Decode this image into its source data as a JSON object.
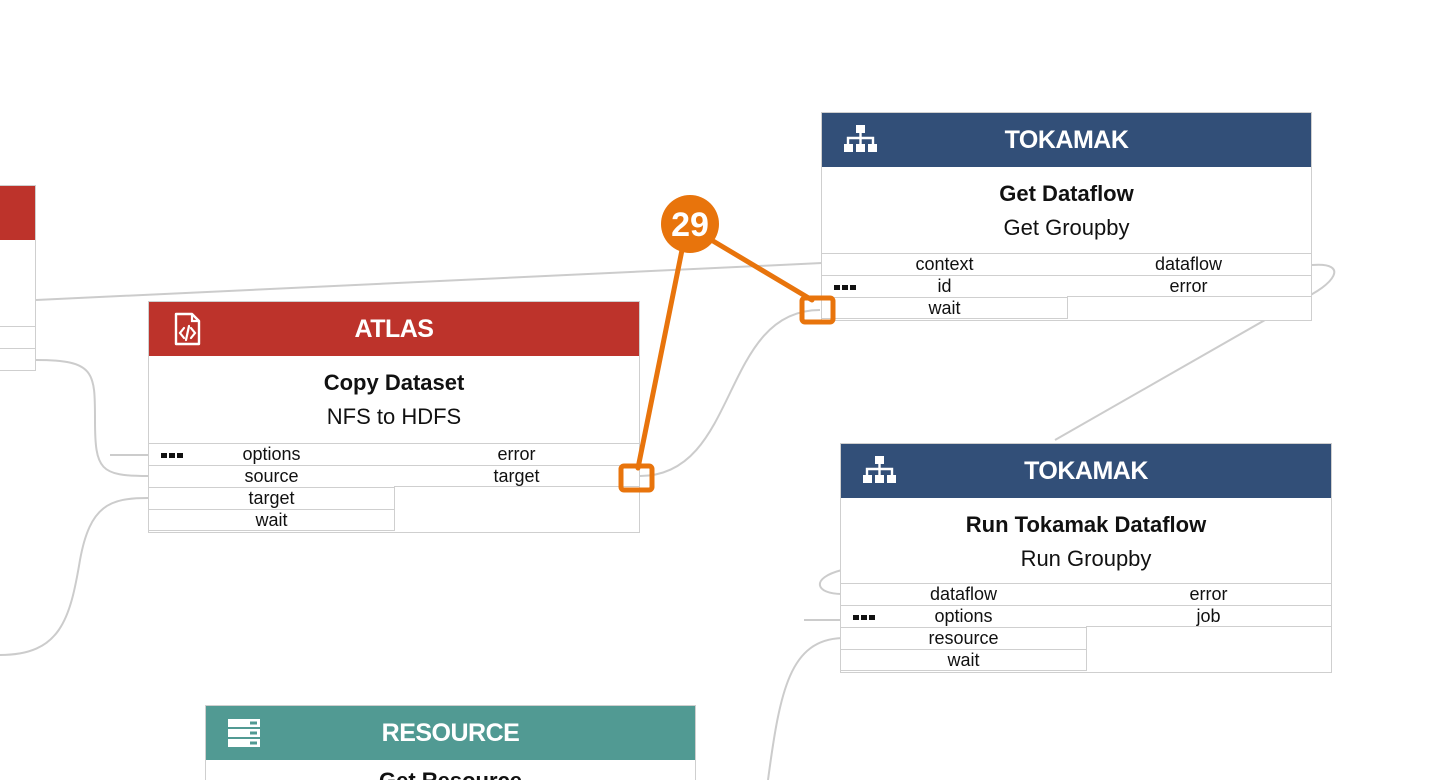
{
  "nodes": {
    "atlas": {
      "category": "ATLAS",
      "icon": "code-file-icon",
      "title": "Copy Dataset",
      "subtitle": "NFS to HDFS",
      "inputs": [
        "options",
        "source",
        "target",
        "wait"
      ],
      "outputs": [
        "error",
        "target"
      ]
    },
    "get_dataflow": {
      "category": "TOKAMAK",
      "icon": "sitemap-icon",
      "title": "Get Dataflow",
      "subtitle": "Get Groupby",
      "inputs": [
        "context",
        "id",
        "wait"
      ],
      "outputs": [
        "dataflow",
        "error"
      ]
    },
    "run_dataflow": {
      "category": "TOKAMAK",
      "icon": "sitemap-icon",
      "title": "Run Tokamak Dataflow",
      "subtitle": "Run Groupby",
      "inputs": [
        "dataflow",
        "options",
        "resource",
        "wait"
      ],
      "outputs": [
        "error",
        "job"
      ]
    },
    "resource": {
      "category": "RESOURCE",
      "icon": "server-icon",
      "title": "Get Resource"
    }
  },
  "annotation": {
    "number": "29",
    "color": "#e8740c"
  },
  "colors": {
    "atlas": "#bd332b",
    "tokamak": "#324f78",
    "resource": "#519a93",
    "wire": "#cccccc"
  }
}
